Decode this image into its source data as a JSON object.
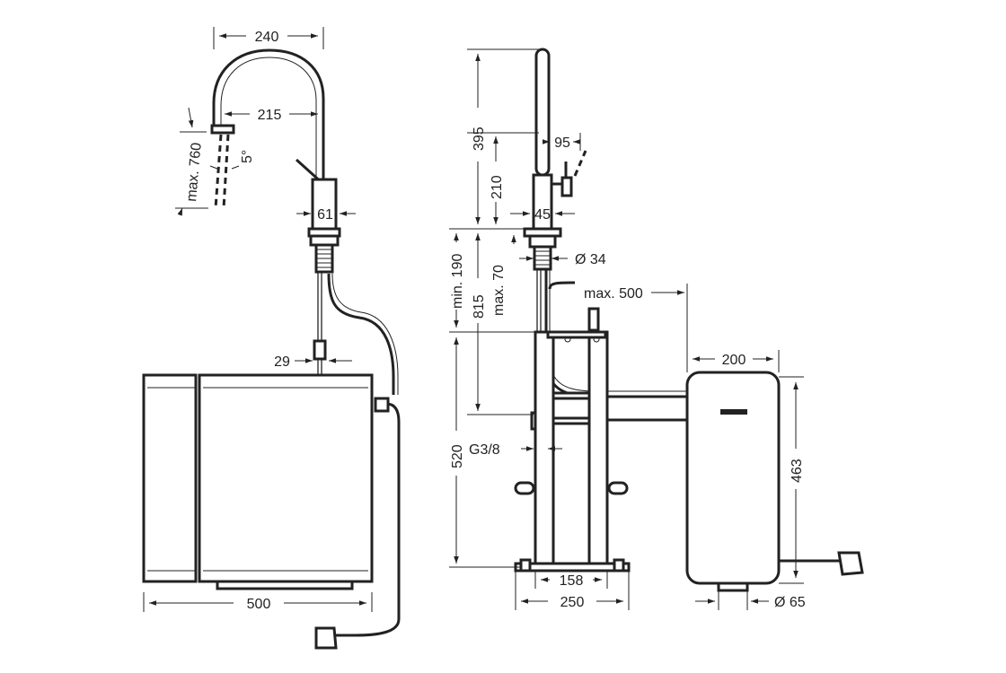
{
  "dimensions": {
    "spout_width": "240",
    "spout_reach": "215",
    "spray_length": "max. 760",
    "angle": "5°",
    "lever_base": "61",
    "hose_connector": "29",
    "cabinet_width": "500",
    "tap_height": "395",
    "lever_height": "210",
    "lever_reach": "95",
    "base_width": "45",
    "shank_diameter": "Ø 34",
    "deck_min": "min. 190",
    "shank_max": "max. 70",
    "hose_length": "max. 500",
    "under_deck": "815",
    "thread": "G3/8",
    "floor_height": "520",
    "foot_inner": "158",
    "foot_outer": "250",
    "unit_width": "200",
    "unit_height": "463",
    "outlet_diameter": "Ø 65"
  }
}
